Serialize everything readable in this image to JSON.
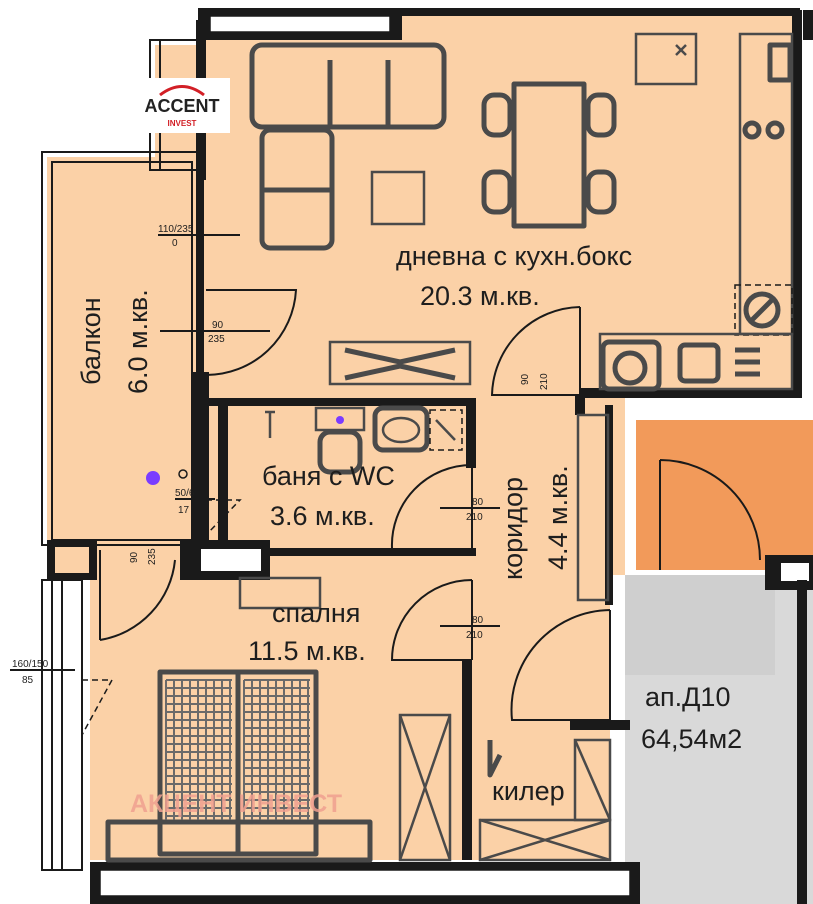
{
  "logo": {
    "brand": "ACCENT",
    "sub": "INVEST"
  },
  "rooms": {
    "living": {
      "name": "дневна с кухн.бокс",
      "area": "20.3 м.кв."
    },
    "balcony": {
      "name": "балкон",
      "area": "6.0 м.кв."
    },
    "bathroom": {
      "name": "баня с WC",
      "area": "3.6 м.кв."
    },
    "corridor": {
      "name": "коридор",
      "area": "4.4 м.кв."
    },
    "bedroom": {
      "name": "спалня",
      "area": "11.5 м.кв."
    },
    "closet": {
      "name": "килер"
    },
    "apartment": {
      "name": "ап.Д10",
      "area": "64,54м2"
    }
  },
  "dimensions": {
    "balcony_door_a": "110/235",
    "balcony_door_b": "0",
    "living_door_a": "90",
    "living_door_b": "235",
    "corridor_door_a": "90",
    "corridor_door_b": "210",
    "bath_window_a": "50/6",
    "bath_window_b": "17",
    "bath_door_a": "80",
    "bath_door_b": "210",
    "bedroom_balcony_door_a": "90",
    "bedroom_balcony_door_b": "235",
    "bedroom_door_a": "80",
    "bedroom_door_b": "210",
    "bedroom_window_a": "160/150",
    "bedroom_window_b": "85"
  },
  "watermark": "АКЦЕНТ ИНВЕСТ",
  "colors": {
    "floor": "#fbd1a7",
    "neighbour_floor": "#d9d9d9",
    "stair_orange": "#f29a5a",
    "wall": "#1a1a1a",
    "furniture": "#4a4a4a",
    "watermark": "#f0a090",
    "logo_red": "#d21f26"
  }
}
